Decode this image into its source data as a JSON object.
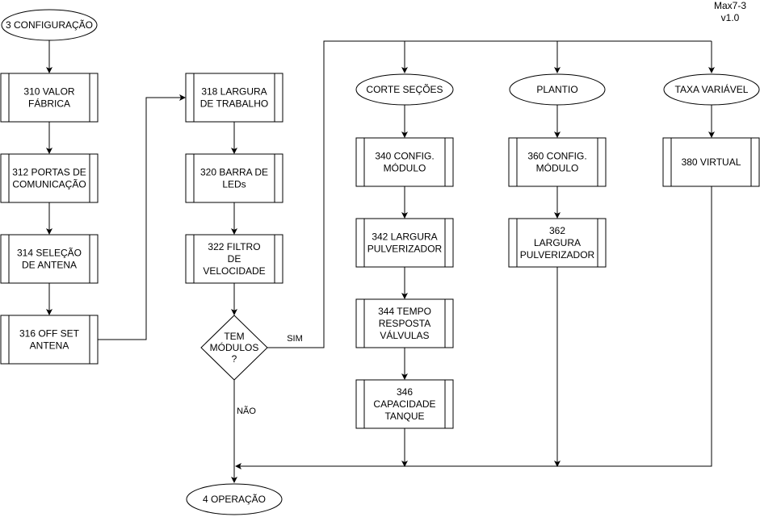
{
  "version": {
    "line1": "Max7-3",
    "line2": "v1.0"
  },
  "nodes": {
    "start": "3 CONFIGURAÇÃO",
    "p310": [
      "310  VALOR",
      "FÁBRICA"
    ],
    "p312": [
      "312 PORTAS DE",
      "COMUNICAÇÃO"
    ],
    "p314": [
      "314 SELEÇÃO",
      "DE ANTENA"
    ],
    "p316": [
      "316 OFF SET",
      "ANTENA"
    ],
    "p318": [
      "318 LARGURA",
      "DE TRABALHO"
    ],
    "p320": [
      "320 BARRA DE",
      "LEDs"
    ],
    "p322": [
      "322 FILTRO",
      "DE",
      "VELOCIDADE"
    ],
    "decision": [
      "TEM",
      "MÓDULOS",
      "?"
    ],
    "corte": "CORTE SEÇÕES",
    "plantio": "PLANTIO",
    "taxa": "TAXA  VARIÁVEL",
    "p340": [
      "340 CONFIG.",
      "MÓDULO"
    ],
    "p342": [
      "342 LARGURA",
      "PULVERIZADOR"
    ],
    "p344": [
      "344 TEMPO",
      "RESPOSTA",
      "VÁLVULAS"
    ],
    "p346": [
      "346",
      "CAPACIDADE",
      "TANQUE"
    ],
    "p360": [
      "360 CONFIG.",
      "MÓDULO"
    ],
    "p362": [
      "362",
      "LARGURA",
      "PULVERIZADOR"
    ],
    "p380": "380 VIRTUAL",
    "end": "4 OPERAÇÃO"
  },
  "edge_labels": {
    "yes": "SIM",
    "no": "NÃO"
  }
}
